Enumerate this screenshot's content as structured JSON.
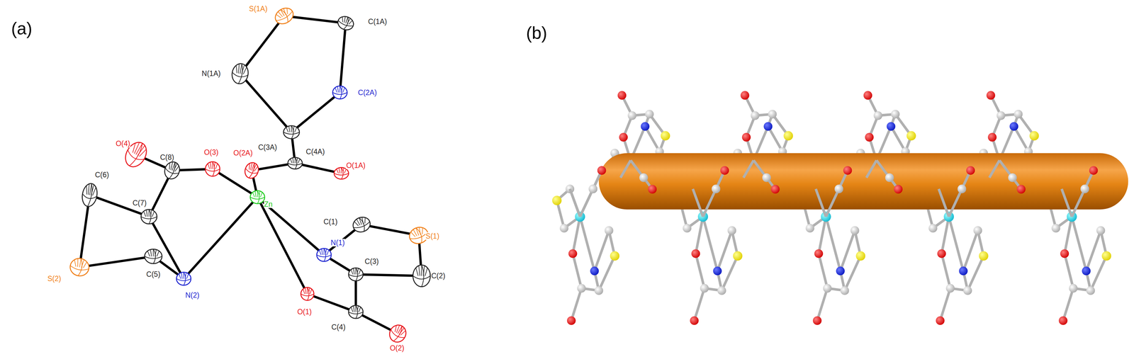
{
  "diagram": {
    "labels": [
      "(a)",
      "(b)",
      "S(1A)",
      "C(1A)",
      "C(2A)",
      "N(1A)",
      "C(3A)",
      "O(2A)",
      "C(4A)",
      "O(1A)",
      "O(4)",
      "C(8)",
      "O(3)",
      "C(6)",
      "C(7)",
      "Zn",
      "C(1)",
      "N(1)",
      "S(1)",
      "C(3)",
      "C(2)",
      "S(2)",
      "C(5)",
      "N(2)",
      "O(1)",
      "C(4)",
      "O(2)"
    ]
  }
}
